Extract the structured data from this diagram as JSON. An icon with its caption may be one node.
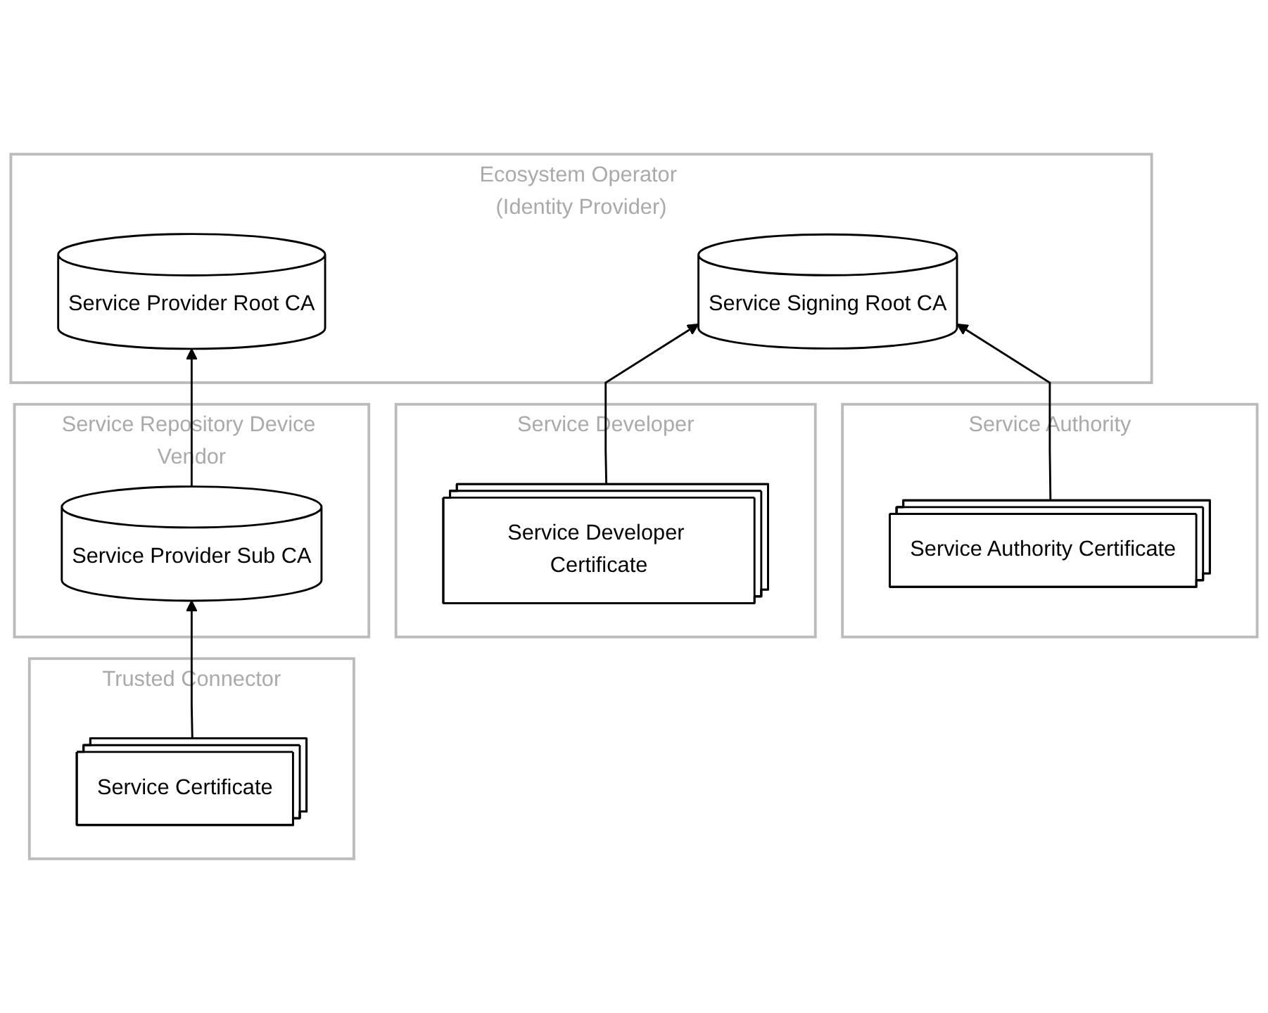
{
  "diagram": {
    "nodes": [
      {
        "text": [
          "Ecosystem Operator (Identity Provider)"
        ]
      },
      {
        "text": [
          "Service Provider Root CA"
        ],
        "in": 0
      },
      {
        "text": [
          "Service Signing Root CA"
        ],
        "in": 0
      },
      {
        "text": [
          "Service Repository Device Vendor"
        ]
      },
      {
        "text": [
          "Service Provider Sub CA"
        ],
        "in": 3
      },
      {
        "text": [
          "Service Developer"
        ]
      },
      {
        "text": [
          "Service Developer Certificate"
        ],
        "in": 5
      },
      {
        "text": [
          "Service Authority"
        ]
      },
      {
        "text": [
          "Service Authority Certificate"
        ],
        "in": 7
      },
      {
        "text": [
          "Trusted Connector"
        ]
      },
      {
        "text": [
          "Service Certificate"
        ],
        "in": 9
      }
    ],
    "edges": [
      {
        "from": 4,
        "to": 1,
        "arrow": "to"
      },
      {
        "from": 6,
        "to": 2,
        "arrow": "to"
      },
      {
        "from": 8,
        "to": 2,
        "arrow": "to"
      },
      {
        "from": 10,
        "to": 4,
        "arrow": "to"
      }
    ]
  }
}
